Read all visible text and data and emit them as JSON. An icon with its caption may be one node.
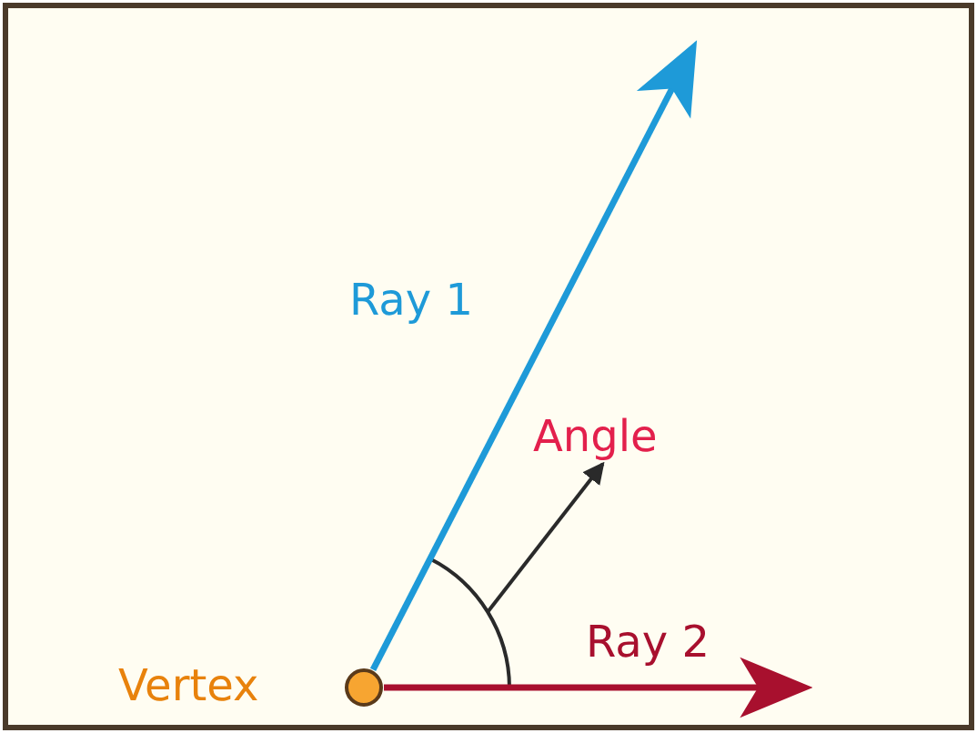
{
  "diagram": {
    "nodes": [
      {
        "text": [],
        "shape": "circle",
        "beside": [
          "Vertex"
        ]
      },
      {
        "text": [
          "Angle"
        ]
      },
      {
        "text": [],
        "shape": "arc"
      }
    ],
    "edges": [
      {
        "from": 0,
        "to": null,
        "arrow": "to",
        "label": "Ray 1",
        "color": "#1e9ad8"
      },
      {
        "from": 0,
        "to": null,
        "arrow": "to",
        "label": "Ray 2",
        "color": "#a8102e"
      },
      {
        "from": 2,
        "to": 1,
        "arrow": "to",
        "color": "#2a2a2a"
      }
    ]
  }
}
